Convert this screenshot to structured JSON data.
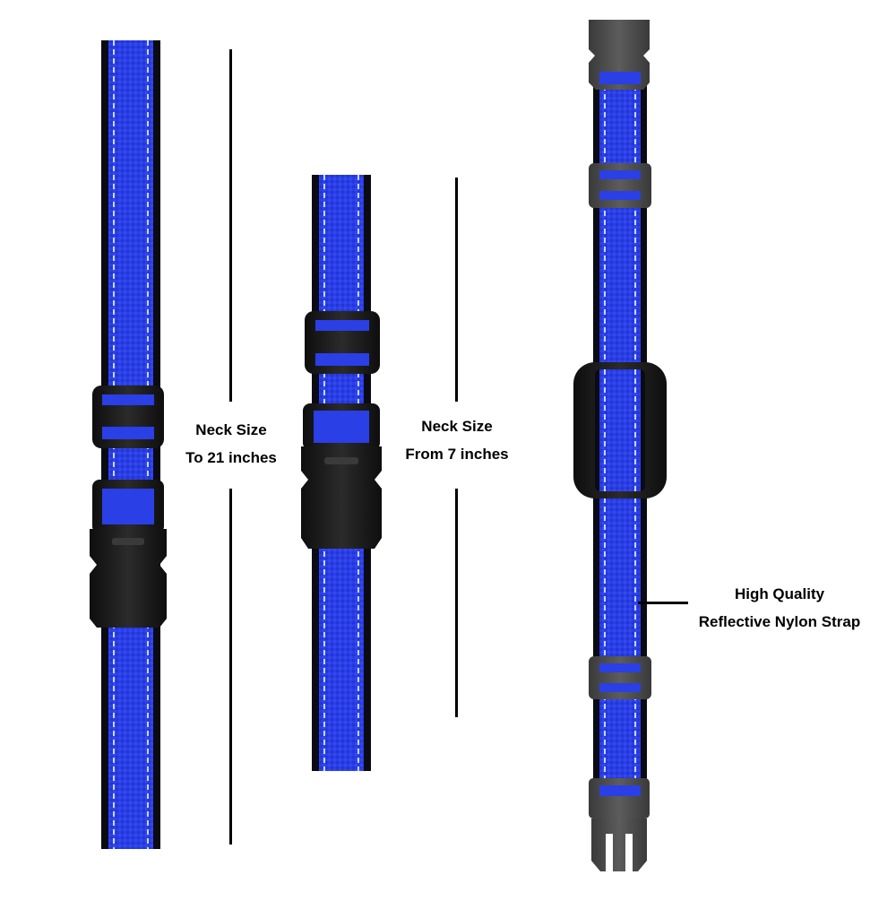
{
  "labels": {
    "max_size_line1": "Neck Size",
    "max_size_line2": "To 21 inches",
    "min_size_line1": "Neck Size",
    "min_size_line2": "From 7 inches",
    "material_line1": "High Quality",
    "material_line2": "Reflective Nylon Strap"
  },
  "colors": {
    "strap_blue": "#2a3fe6",
    "strap_edge": "#0b0b14",
    "stitch": "#c8d4ff",
    "hardware": "#1c1c1c",
    "background": "#ffffff"
  }
}
